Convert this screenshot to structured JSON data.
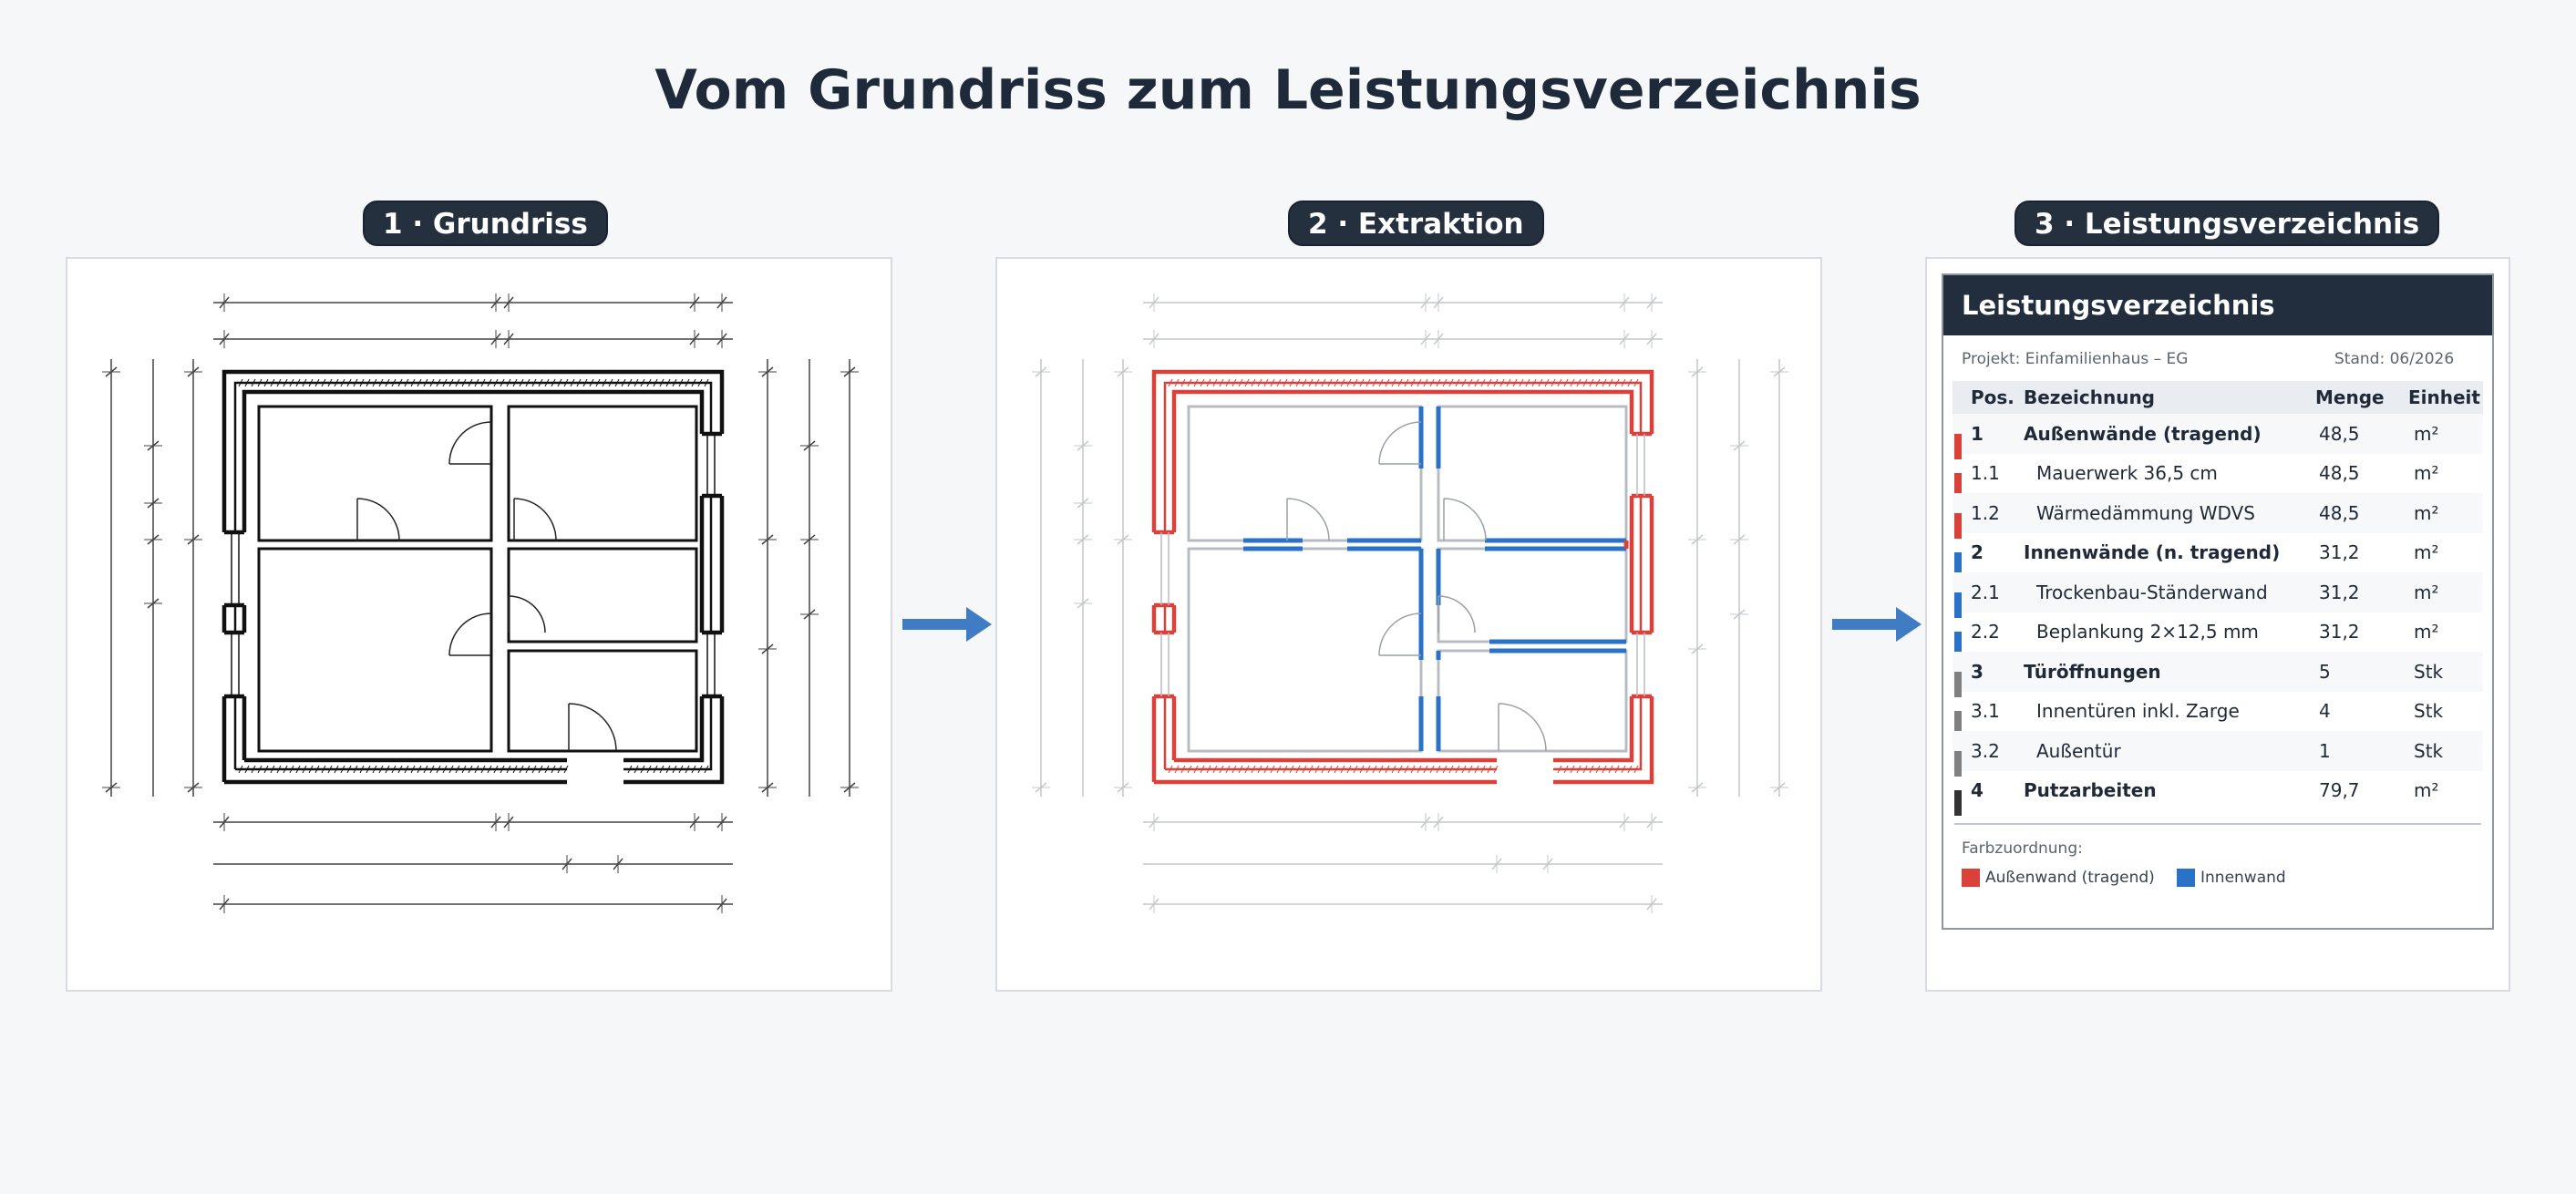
{
  "title": "Vom Grundriss zum Leistungsverzeichnis",
  "steps": [
    {
      "label": "1 · Grundriss"
    },
    {
      "label": "2 · Extraktion"
    },
    {
      "label": "3 · Leistungsverzeichnis"
    }
  ],
  "colors": {
    "exterior": "#d9413a",
    "interior": "#2a71c8",
    "openings": "#808080",
    "plaster": "#333333",
    "arrow": "#3f7cc4"
  },
  "lv": {
    "heading": "Leistungsverzeichnis",
    "project": "Projekt: Einfamilienhaus – EG",
    "date": "Stand: 06/2026",
    "columns": {
      "pos": "Pos.",
      "bez": "Bezeichnung",
      "menge": "Menge",
      "einheit": "Einheit"
    },
    "rows": [
      {
        "pos": "1",
        "bez": "Außenwände (tragend)",
        "menge": "48,5",
        "einheit": "m²"
      },
      {
        "pos": "1.1",
        "bez": "Mauerwerk 36,5 cm",
        "menge": "48,5",
        "einheit": "m²"
      },
      {
        "pos": "1.2",
        "bez": "Wärmedämmung WDVS",
        "menge": "48,5",
        "einheit": "m²"
      },
      {
        "pos": "2",
        "bez": "Innenwände (n. tragend)",
        "menge": "31,2",
        "einheit": "m²"
      },
      {
        "pos": "2.1",
        "bez": "Trockenbau-Ständerwand",
        "menge": "31,2",
        "einheit": "m²"
      },
      {
        "pos": "2.2",
        "bez": "Beplankung 2×12,5 mm",
        "menge": "31,2",
        "einheit": "m²"
      },
      {
        "pos": "3",
        "bez": "Türöffnungen",
        "menge": "5",
        "einheit": "Stk"
      },
      {
        "pos": "3.1",
        "bez": "Innentüren inkl. Zarge",
        "menge": "4",
        "einheit": "Stk"
      },
      {
        "pos": "3.2",
        "bez": "Außentür",
        "menge": "1",
        "einheit": "Stk"
      },
      {
        "pos": "4",
        "bez": "Putzarbeiten",
        "menge": "79,7",
        "einheit": "m²"
      }
    ],
    "legend_title": "Farbzuordnung:",
    "legend": [
      {
        "label": "Außenwand (tragend)"
      },
      {
        "label": "Innenwand"
      }
    ]
  }
}
